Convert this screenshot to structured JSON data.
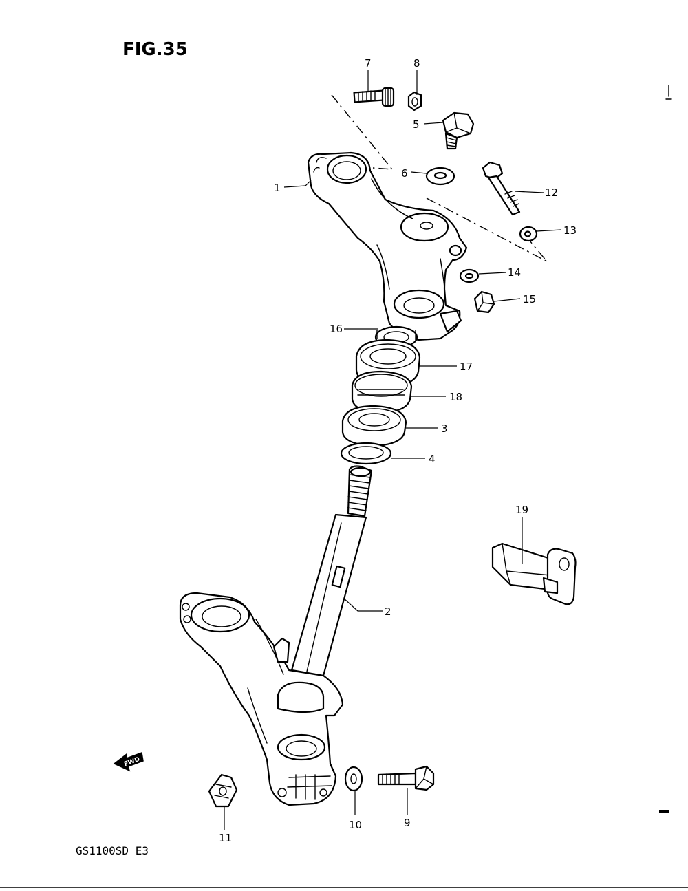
{
  "figure": {
    "title": "FIG.35",
    "model_code": "GS1100SD E3",
    "fwd_label": "FWD"
  },
  "callouts": [
    "1",
    "2",
    "3",
    "4",
    "5",
    "6",
    "7",
    "8",
    "9",
    "10",
    "11",
    "12",
    "13",
    "14",
    "15",
    "16",
    "17",
    "18",
    "19"
  ],
  "colors": {
    "ink": "#000000",
    "paper": "#ffffff"
  }
}
